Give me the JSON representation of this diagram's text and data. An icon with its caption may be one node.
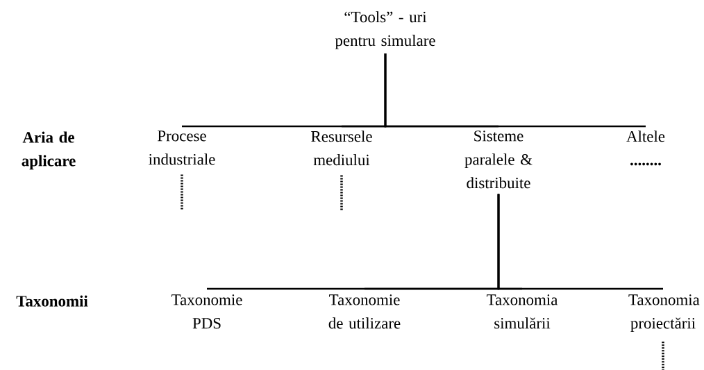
{
  "diagram": {
    "nodes": [
      {
        "text": [
          "“Tools” - uri pentru simulare"
        ]
      },
      {
        "text": [
          "Procese industriale"
        ]
      },
      {
        "text": [
          "Resursele mediului"
        ]
      },
      {
        "text": [
          "Sisteme paralele & distribuite"
        ]
      },
      {
        "text": [
          "Altele",
          "........"
        ]
      },
      {
        "text": [
          "Taxonomie PDS"
        ]
      },
      {
        "text": [
          "Taxonomie de utilizare"
        ]
      },
      {
        "text": [
          "Taxonomia simulării"
        ]
      },
      {
        "text": [
          "Taxonomia proiectării"
        ]
      }
    ],
    "edges": [
      {
        "from": 0,
        "to": 1,
        "arrow": "none"
      },
      {
        "from": 0,
        "to": 2,
        "arrow": "none"
      },
      {
        "from": 0,
        "to": 3,
        "arrow": "none"
      },
      {
        "from": 0,
        "to": 4,
        "arrow": "none"
      },
      {
        "from": 3,
        "to": 5,
        "arrow": "none"
      },
      {
        "from": 3,
        "to": 6,
        "arrow": "none"
      },
      {
        "from": 3,
        "to": 7,
        "arrow": "none"
      },
      {
        "from": 3,
        "to": 8,
        "arrow": "none"
      },
      {
        "from": 1,
        "to": null,
        "arrow": "none",
        "style": "dashed"
      },
      {
        "from": 2,
        "to": null,
        "arrow": "none",
        "style": "dashed"
      },
      {
        "from": 8,
        "to": null,
        "arrow": "none",
        "style": "dashed"
      }
    ],
    "labels": [
      "Aria de aplicare",
      "Taxonomii"
    ]
  }
}
